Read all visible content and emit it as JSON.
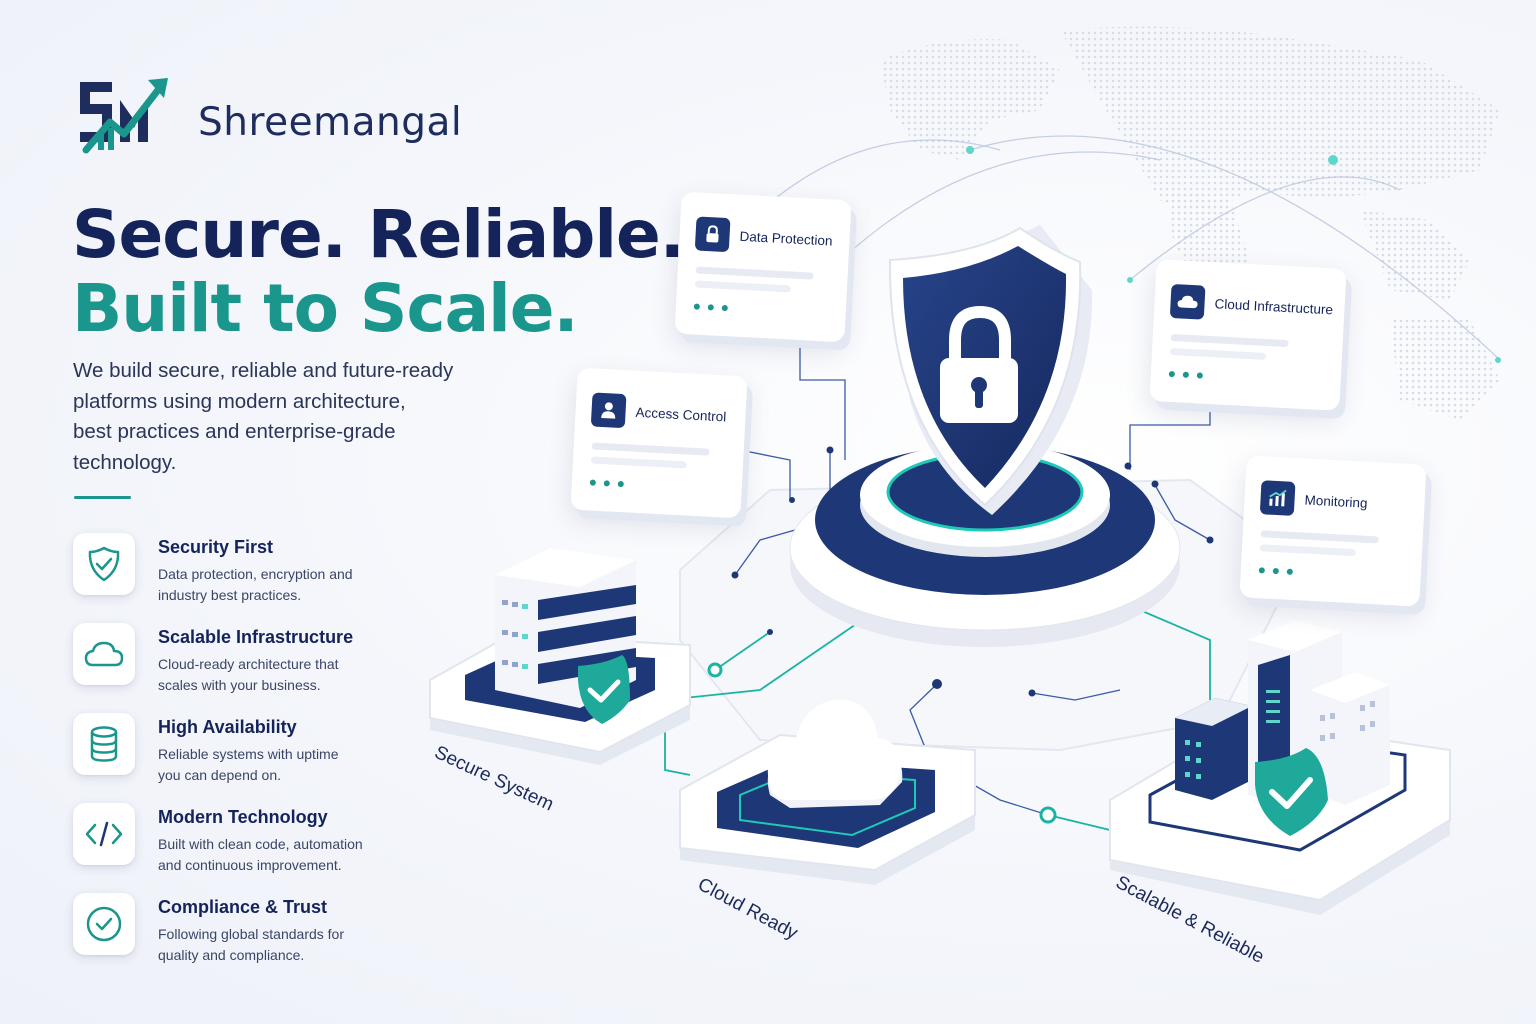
{
  "brand": {
    "name": "Shreemangal",
    "colors": {
      "navy": "#1e3777",
      "teal": "#1a968c",
      "heading": "#14235a"
    }
  },
  "hero": {
    "headline_line1": "Secure. Reliable.",
    "headline_line2": "Built to Scale.",
    "intro_lines": [
      "We build secure, reliable and future-ready",
      "platforms using modern architecture,",
      "best practices and enterprise-grade",
      "technology."
    ]
  },
  "features": [
    {
      "icon": "shield-check-icon",
      "title": "Security First",
      "desc_line1": "Data protection, encryption and",
      "desc_line2": "industry best practices."
    },
    {
      "icon": "cloud-icon",
      "title": "Scalable Infrastructure",
      "desc_line1": "Cloud-ready architecture that",
      "desc_line2": "scales with your business."
    },
    {
      "icon": "database-icon",
      "title": "High Availability",
      "desc_line1": "Reliable systems with uptime",
      "desc_line2": "you can depend on."
    },
    {
      "icon": "code-icon",
      "title": "Modern Technology",
      "desc_line1": "Built with clean code, automation",
      "desc_line2": "and continuous improvement."
    },
    {
      "icon": "check-circle-icon",
      "title": "Compliance & Trust",
      "desc_line1": "Following global standards for",
      "desc_line2": "quality and compliance."
    }
  ],
  "illustration": {
    "cards": [
      {
        "icon": "lock-icon",
        "label": "Data Protection"
      },
      {
        "icon": "user-icon",
        "label": "Access Control"
      },
      {
        "icon": "cloud-icon",
        "label": "Cloud Infrastructure"
      },
      {
        "icon": "chart-icon",
        "label": "Monitoring"
      }
    ],
    "platforms": [
      {
        "icon": "server-icon",
        "label": "Secure System"
      },
      {
        "icon": "cloud-icon",
        "label": "Cloud Ready"
      },
      {
        "icon": "buildings-icon",
        "label": "Scalable & Reliable"
      }
    ],
    "center_icon": "shield-lock-icon"
  }
}
